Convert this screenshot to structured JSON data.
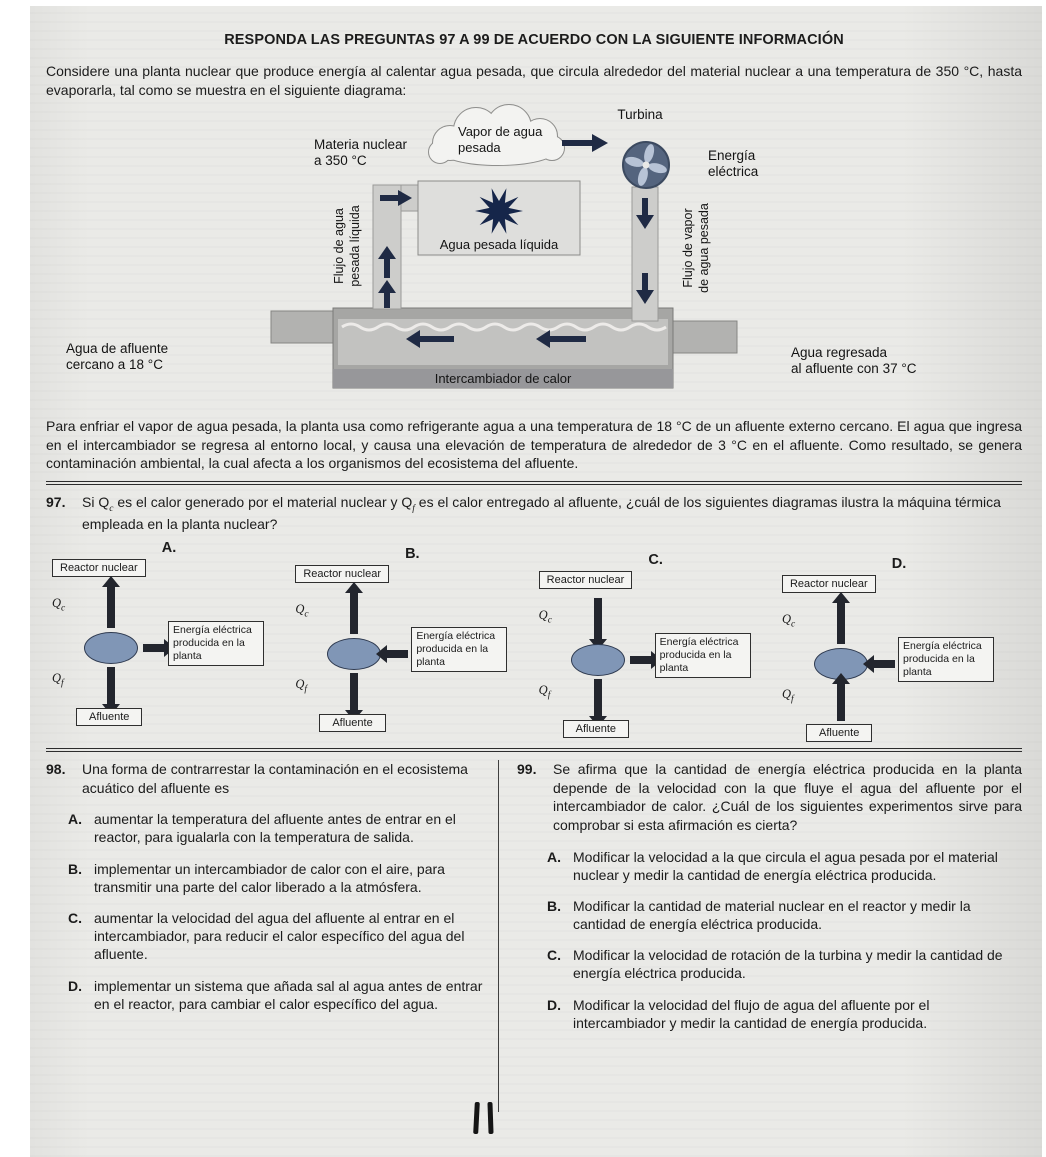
{
  "doc": {
    "header": "RESPONDA LAS PREGUNTAS 97 A 99 DE ACUERDO CON LA SIGUIENTE INFORMACIÓN",
    "intro": "Considere una planta nuclear que produce energía al calentar agua pesada, que circula alrededor del material nuclear a una temperatura de 350 °C, hasta evaporarla, tal como se muestra en el siguiente diagrama:",
    "after_diagram": "Para enfriar el vapor de agua pesada, la planta usa como refrigerante agua a una temperatura de 18 °C de un afluente externo cercano. El agua que ingresa en el intercambiador se regresa al entorno local, y causa una elevación de temperatura de alrededor de 3 °C en el afluente. Como resultado, se genera contaminación ambiental, la cual afecta a los organismos del ecosistema del afluente."
  },
  "diagram": {
    "vapor_line1": "Vapor de agua",
    "vapor_line2": "pesada",
    "turbina": "Turbina",
    "materia_line1": "Materia nuclear",
    "materia_line2": "a 350 °C",
    "energia_line1": "Energía",
    "energia_line2": "eléctrica",
    "agua_pesada_liquida": "Agua pesada líquida",
    "flujo_izq_line1": "Flujo de agua",
    "flujo_izq_line2": "pesada líquida",
    "flujo_der_line1": "Flujo de vapor",
    "flujo_der_line2": "de agua pesada",
    "afluente_izq_line1": "Agua de afluente",
    "afluente_izq_line2": "cercano a 18 °C",
    "afluente_der_line1": "Agua regresada",
    "afluente_der_line2": "al afluente con 37 °C",
    "intercambiador": "Intercambiador de calor"
  },
  "q97": {
    "number": "97.",
    "stem_parts": {
      "p1": "Si Q",
      "s1": "c",
      "p2": " es el calor generado por el material nuclear y Q",
      "s2": "f",
      "p3": " es el calor entregado al afluente, ¿cuál de los siguientes diagramas ilustra la máquina térmica empleada en la planta nuclear?"
    },
    "labels": {
      "reactor": "Reactor nuclear",
      "energy_line1": "Energía eléctrica",
      "energy_line2": "producida en la",
      "energy_line3": "planta",
      "afluente": "Afluente",
      "q": "Q",
      "sub_c": "c",
      "sub_f": "f"
    },
    "diagrams": [
      {
        "letter": "A.",
        "heat_in": "up",
        "work": "right",
        "heat_out": "down"
      },
      {
        "letter": "B.",
        "heat_in": "up",
        "work": "left",
        "heat_out": "down"
      },
      {
        "letter": "C.",
        "heat_in": "down",
        "work": "right",
        "heat_out": "down"
      },
      {
        "letter": "D.",
        "heat_in": "up",
        "work": "left",
        "heat_out": "up"
      }
    ]
  },
  "q98": {
    "number": "98.",
    "stem": "Una forma de contrarrestar la contaminación en el ecosistema acuático del afluente es",
    "options": [
      {
        "letter": "A.",
        "text": "aumentar la temperatura del afluente antes de entrar en el reactor, para igualarla con la temperatura de salida."
      },
      {
        "letter": "B.",
        "text": "implementar un intercambiador de calor con el aire, para transmitir una parte del calor liberado a la atmósfera."
      },
      {
        "letter": "C.",
        "text": "aumentar la velocidad del agua del afluente al entrar en el intercambiador, para reducir el calor específico del agua del afluente."
      },
      {
        "letter": "D.",
        "text": "implementar un sistema que añada sal al agua antes de entrar en el reactor, para cambiar el calor específico del agua."
      }
    ]
  },
  "q99": {
    "number": "99.",
    "stem": "Se afirma que la cantidad de energía eléctrica producida en la planta depende de la velocidad con la que fluye el agua del afluente por el intercambiador de calor. ¿Cuál de los siguientes experimentos sirve para comprobar si esta afirmación es cierta?",
    "options": [
      {
        "letter": "A.",
        "text": "Modificar la velocidad a la que circula el agua pesada por el material nuclear y medir la cantidad de energía eléctrica producida."
      },
      {
        "letter": "B.",
        "text": "Modificar la cantidad de material nuclear en el reactor y medir la cantidad de energía eléctrica producida."
      },
      {
        "letter": "C.",
        "text": "Modificar la velocidad de rotación de la turbina y medir la cantidad de energía eléctrica producida."
      },
      {
        "letter": "D.",
        "text": "Modificar la velocidad del flujo de agua del afluente por el intercambiador y medir la cantidad de energía producida."
      }
    ]
  }
}
